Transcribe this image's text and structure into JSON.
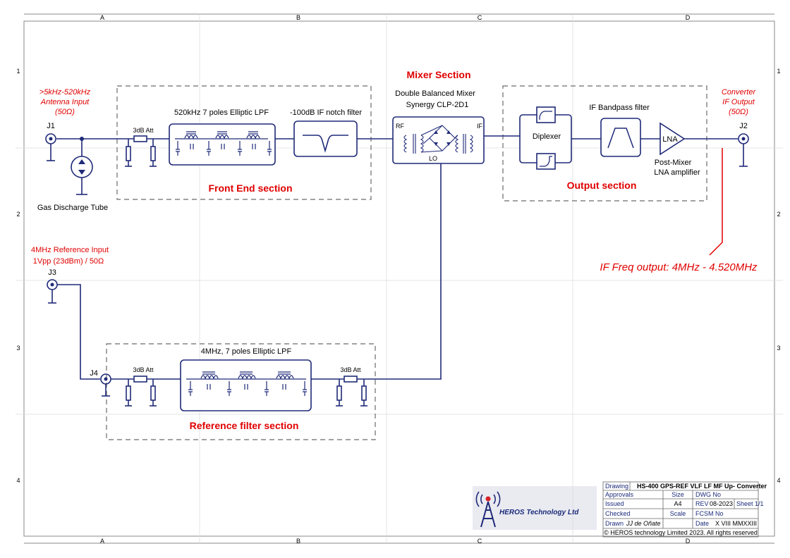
{
  "border": {
    "columns": [
      "A",
      "B",
      "C",
      "D"
    ],
    "rows": [
      "1",
      "2",
      "3",
      "4"
    ]
  },
  "sections": {
    "front_end": "Front End section",
    "mixer": "Mixer Section",
    "output": "Output section",
    "reference": "Reference filter section"
  },
  "antenna_input": {
    "line1": ">5kHz-520kHz",
    "line2": "Antenna Input",
    "line3": "(50Ω)",
    "designator": "J1"
  },
  "gas_tube_label": "Gas Discharge Tube",
  "front_att_label": "3dB Att",
  "front_lpf_label": "520kHz 7 poles Elliptic LPF",
  "notch_label": "-100dB IF notch filter",
  "mixer": {
    "line1": "Double Balanced Mixer",
    "line2": "Synergy CLP-2D1",
    "rf": "RF",
    "if": "IF",
    "lo": "LO"
  },
  "diplexer_label": "Diplexer",
  "bandpass_label": "IF Bandpass filter",
  "lna": {
    "symbol": "LNA",
    "line1": "Post-Mixer",
    "line2": "LNA amplifier"
  },
  "converter_output": {
    "line1": "Converter",
    "line2": "IF Output",
    "line3": "(50Ω)",
    "designator": "J2"
  },
  "if_freq_note": "IF Freq output: 4MHz - 4.520MHz",
  "reference_input": {
    "line1": "4MHz Reference Input",
    "line2": "1Vpp (23dBm) / 50Ω",
    "designator": "J3"
  },
  "ref_connector": "J4",
  "ref_att_in_label": "3dB Att",
  "ref_lpf_label": "4MHz, 7 poles Elliptic LPF",
  "ref_att_out_label": "3dB Att",
  "logo_text": "HEROS Technology Ltd",
  "title_block": {
    "drawing_label": "Drawing",
    "drawing_value": "HS-400 GPS-REF VLF LF MF Up- Converter",
    "approvals_label": "Approvals",
    "size_label": "Size",
    "dwg_no_label": "DWG No",
    "issued_label": "Issued",
    "size_value": "A4",
    "rev_label": "REV",
    "rev_value": "08-2023",
    "sheet_value": "Sheet 1/1",
    "checked_label": "Checked",
    "scale_label": "Scale",
    "fcsm_label": "FCSM No",
    "drawn_label": "Drawn",
    "drawn_value": "JJ de Oñate",
    "date_label": "Date",
    "date_value": "X VIII MMXXIII",
    "copyright": "© HEROS technology Limited 2023. All rights reserved"
  }
}
